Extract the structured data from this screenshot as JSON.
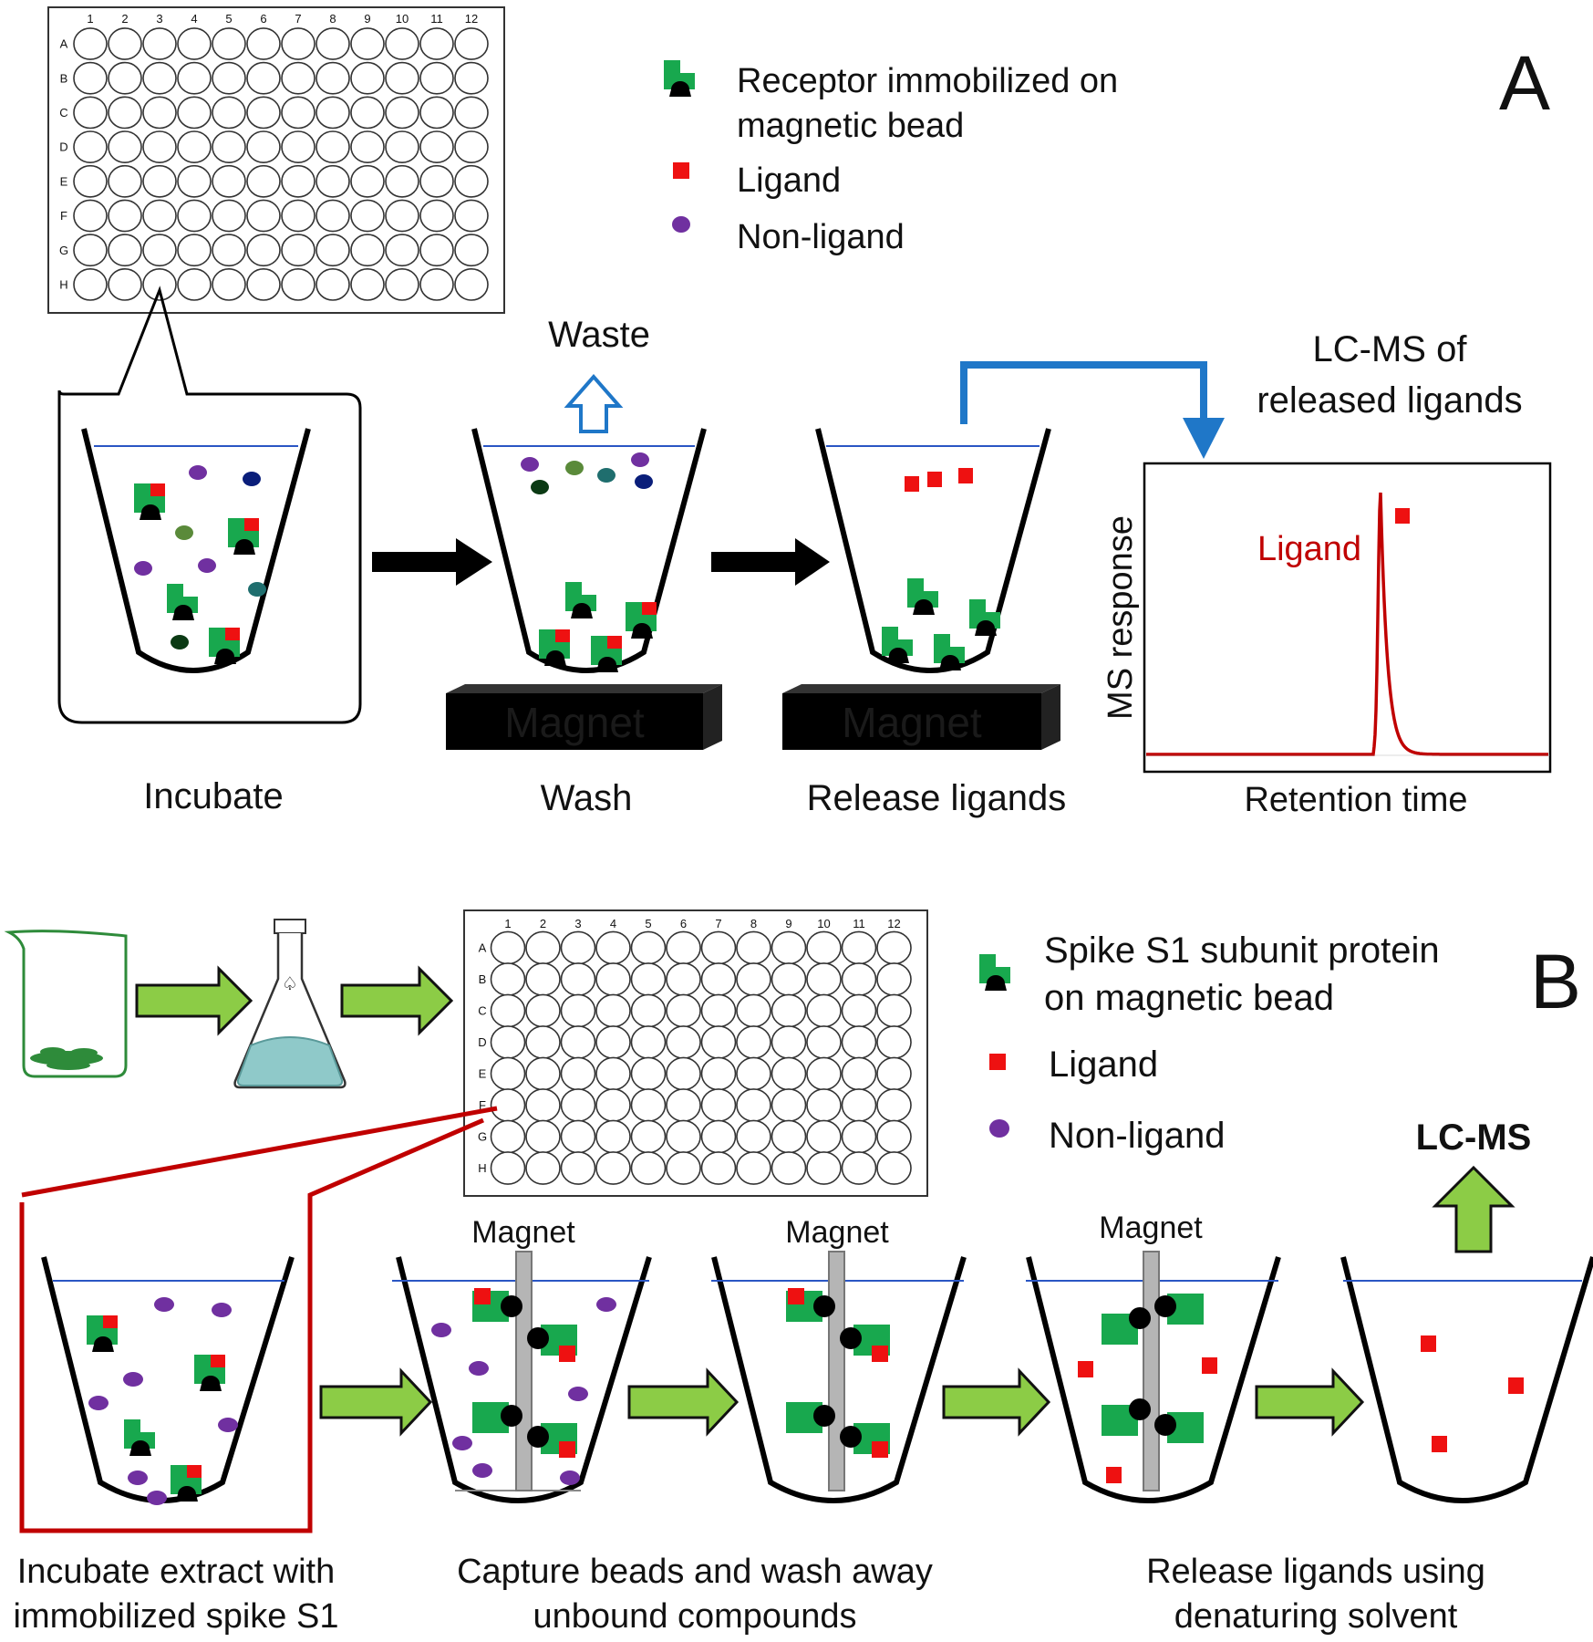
{
  "panel_a": {
    "letter": "A",
    "plate": {
      "columns": [
        "1",
        "2",
        "3",
        "4",
        "5",
        "6",
        "7",
        "8",
        "9",
        "10",
        "11",
        "12"
      ],
      "rows": [
        "A",
        "B",
        "C",
        "D",
        "E",
        "F",
        "G",
        "H"
      ]
    },
    "legend": {
      "receptor_line1": "Receptor immobilized  on",
      "receptor_line2": "magnetic bead",
      "ligand": "Ligand",
      "non_ligand": "Non-ligand"
    },
    "waste": "Waste",
    "magnet_label": "Magnet",
    "lcms_line1": "LC-MS of",
    "lcms_line2": "released ligands",
    "chart": {
      "ylabel": "MS response",
      "xlabel": "Retention time",
      "peak_label": "Ligand",
      "line_color": "#c00000"
    },
    "steps": [
      "Incubate",
      "Wash",
      "Release ligands"
    ]
  },
  "panel_b": {
    "letter": "B",
    "plate": {
      "columns": [
        "1",
        "2",
        "3",
        "4",
        "5",
        "6",
        "7",
        "8",
        "9",
        "10",
        "11",
        "12"
      ],
      "rows": [
        "A",
        "B",
        "C",
        "D",
        "E",
        "F",
        "G",
        "H"
      ]
    },
    "legend": {
      "spike_line1": "Spike S1 subunit protein",
      "spike_line2": "on magnetic bead",
      "ligand": "Ligand",
      "non_ligand": "Non-ligand"
    },
    "lcms": "LC-MS",
    "magnet_labels": [
      "Magnet",
      "Magnet",
      "Magnet"
    ],
    "captions": {
      "incubate_line1": "Incubate extract with",
      "incubate_line2": "immobilized spike S1",
      "capture_line1": "Capture beads and wash away",
      "capture_line2": "unbound compounds",
      "release_line1": "Release ligands using",
      "release_line2": "denaturing solvent"
    }
  },
  "colors": {
    "receptor_green": "#18a84e",
    "ligand_red": "#ee1111",
    "non_ligand_purple": "#7030a0",
    "arrow_green": "#8ccc46",
    "arrow_blue": "#1f77c8",
    "callout_red": "#c00000"
  }
}
